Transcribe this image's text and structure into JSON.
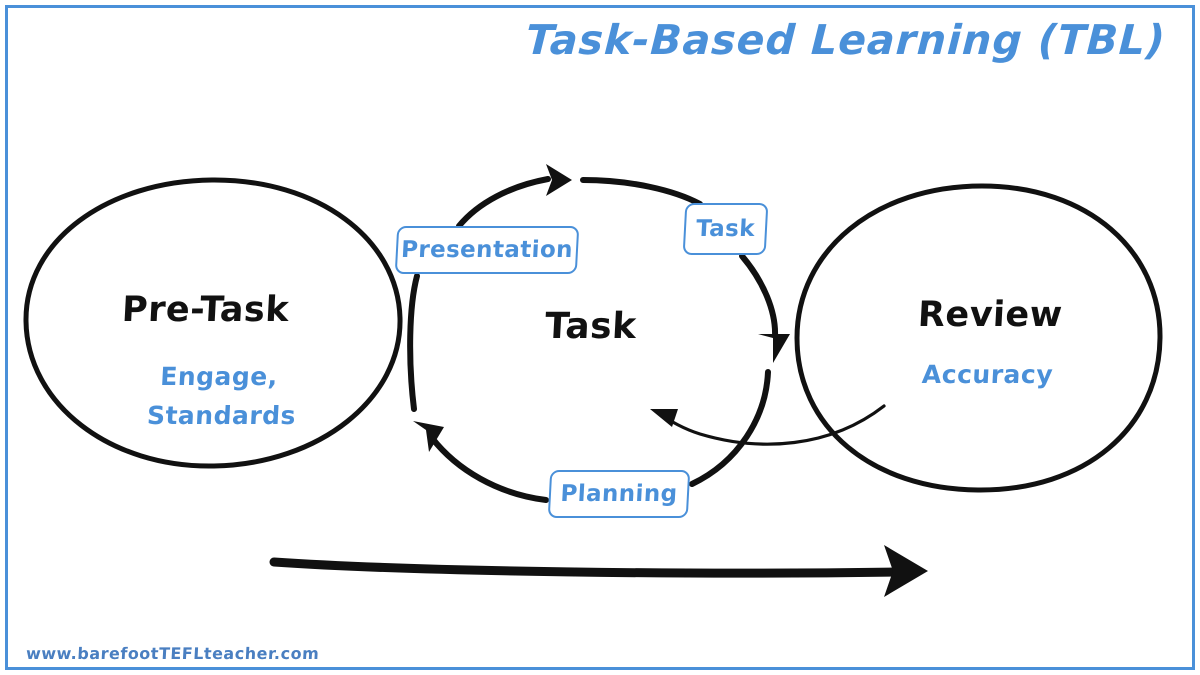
{
  "page": {
    "title": "Task-Based Learning (TBL)",
    "watermark": "www.barefootTEFLteacher.com",
    "frame_color": "#4a90d9",
    "accent_color": "#4a90d9",
    "ink_color": "#111111",
    "background": "#ffffff"
  },
  "stages": {
    "pre_task": {
      "title": "Pre-Task",
      "subtitle": "Engage,\nStandards",
      "subtitle_line1": "Engage,",
      "subtitle_line2": "Standards"
    },
    "task": {
      "title": "Task"
    },
    "review": {
      "title": "Review",
      "subtitle": "Accuracy"
    }
  },
  "cycle_labels": [
    {
      "id": "presentation",
      "label": "Presentation"
    },
    {
      "id": "task",
      "label": "Task"
    },
    {
      "id": "planning",
      "label": "Planning"
    }
  ],
  "icons": {
    "cycle_arrow_top": "arrow-right-icon",
    "cycle_arrow_right": "arrow-down-icon",
    "cycle_arrow_bottom": "arrow-up-left-icon",
    "feedback_arrow": "arrow-left-icon",
    "progress_arrow": "arrow-right-icon"
  }
}
